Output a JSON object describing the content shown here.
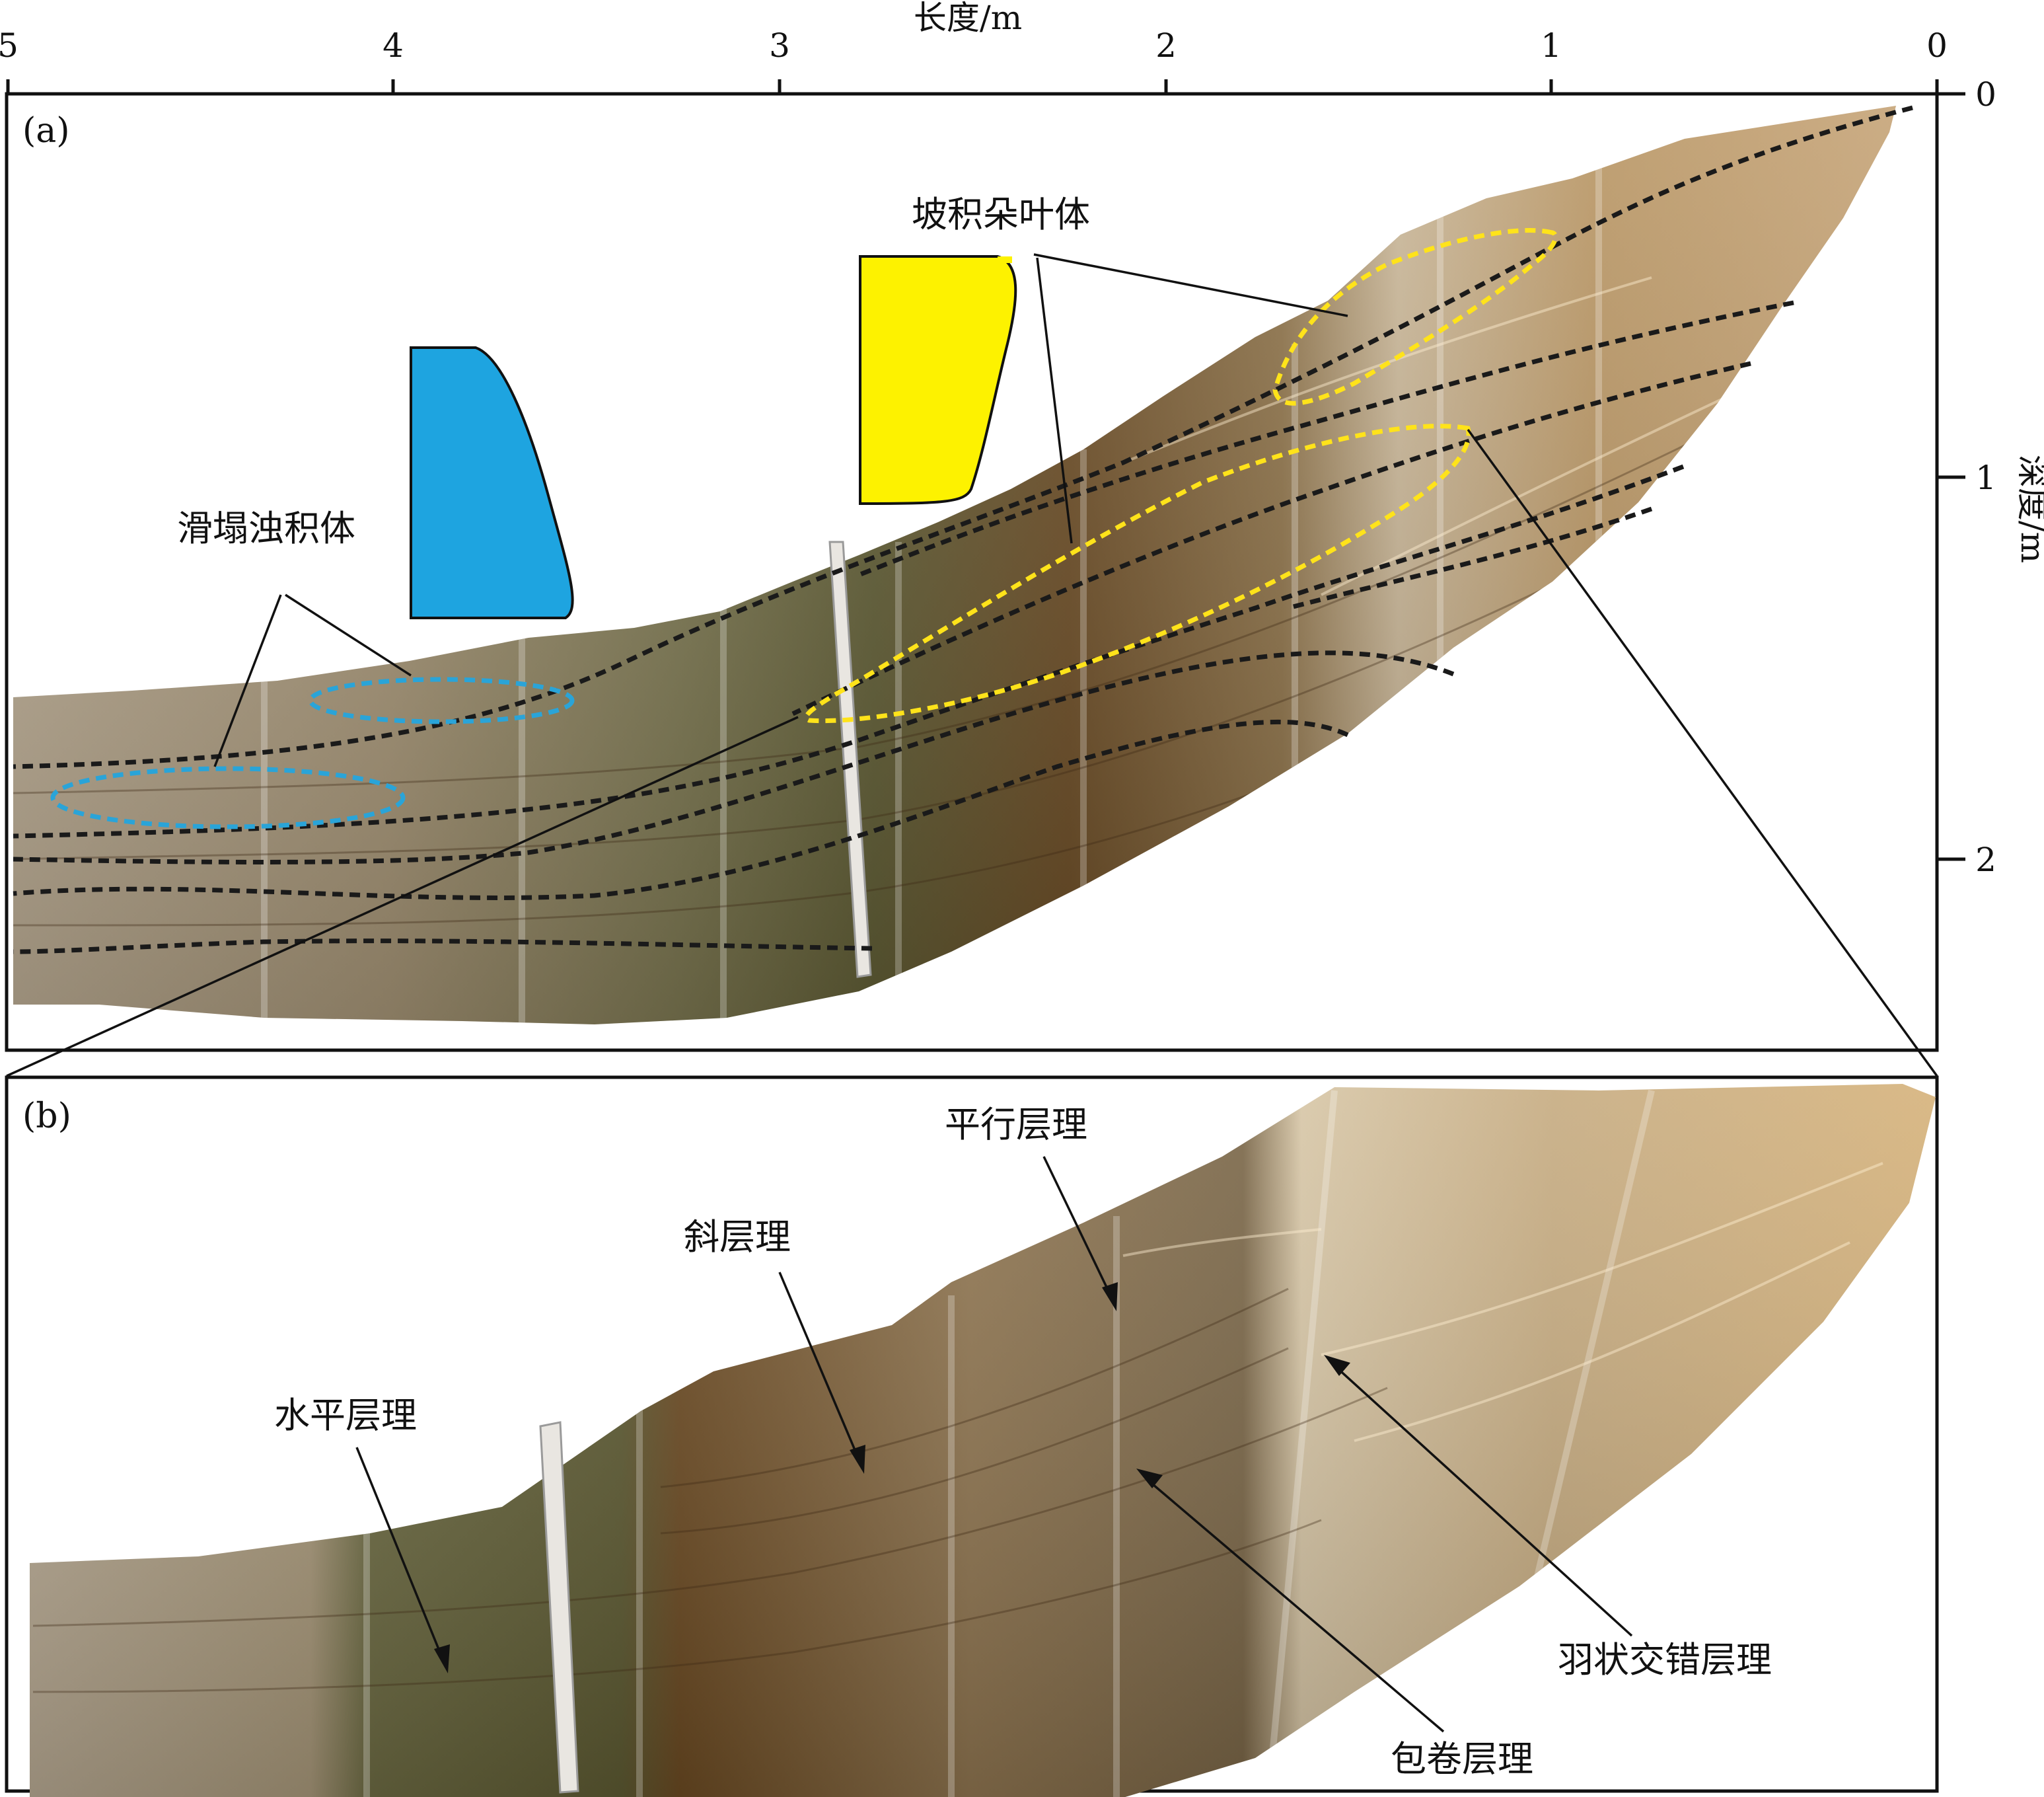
{
  "axes": {
    "x_title": "长度/m",
    "x_ticks": [
      "5",
      "4",
      "3",
      "2",
      "1",
      "0"
    ],
    "y_title": "深度/m",
    "y_ticks": [
      "0",
      "1",
      "2"
    ]
  },
  "panel_a": {
    "letter": "(a)",
    "labels": {
      "slump_turbidite": "滑塌浊积体",
      "slope_lobe": "坡积朵叶体"
    },
    "colors": {
      "slump_turbidite_symbol": "#1ea4e0",
      "slope_lobe_symbol": "#fdf200",
      "slump_outline": "#2aa4d8",
      "lobe_outline": "#ffe31a",
      "bedding_lines": "#1a1a1a"
    }
  },
  "panel_b": {
    "letter": "(b)",
    "labels": {
      "horizontal_bedding": "水平层理",
      "oblique_bedding": "斜层理",
      "parallel_bedding": "平行层理",
      "convolute_bedding": "包卷层理",
      "herringbone_cross_bedding": "羽状交错层理"
    }
  }
}
